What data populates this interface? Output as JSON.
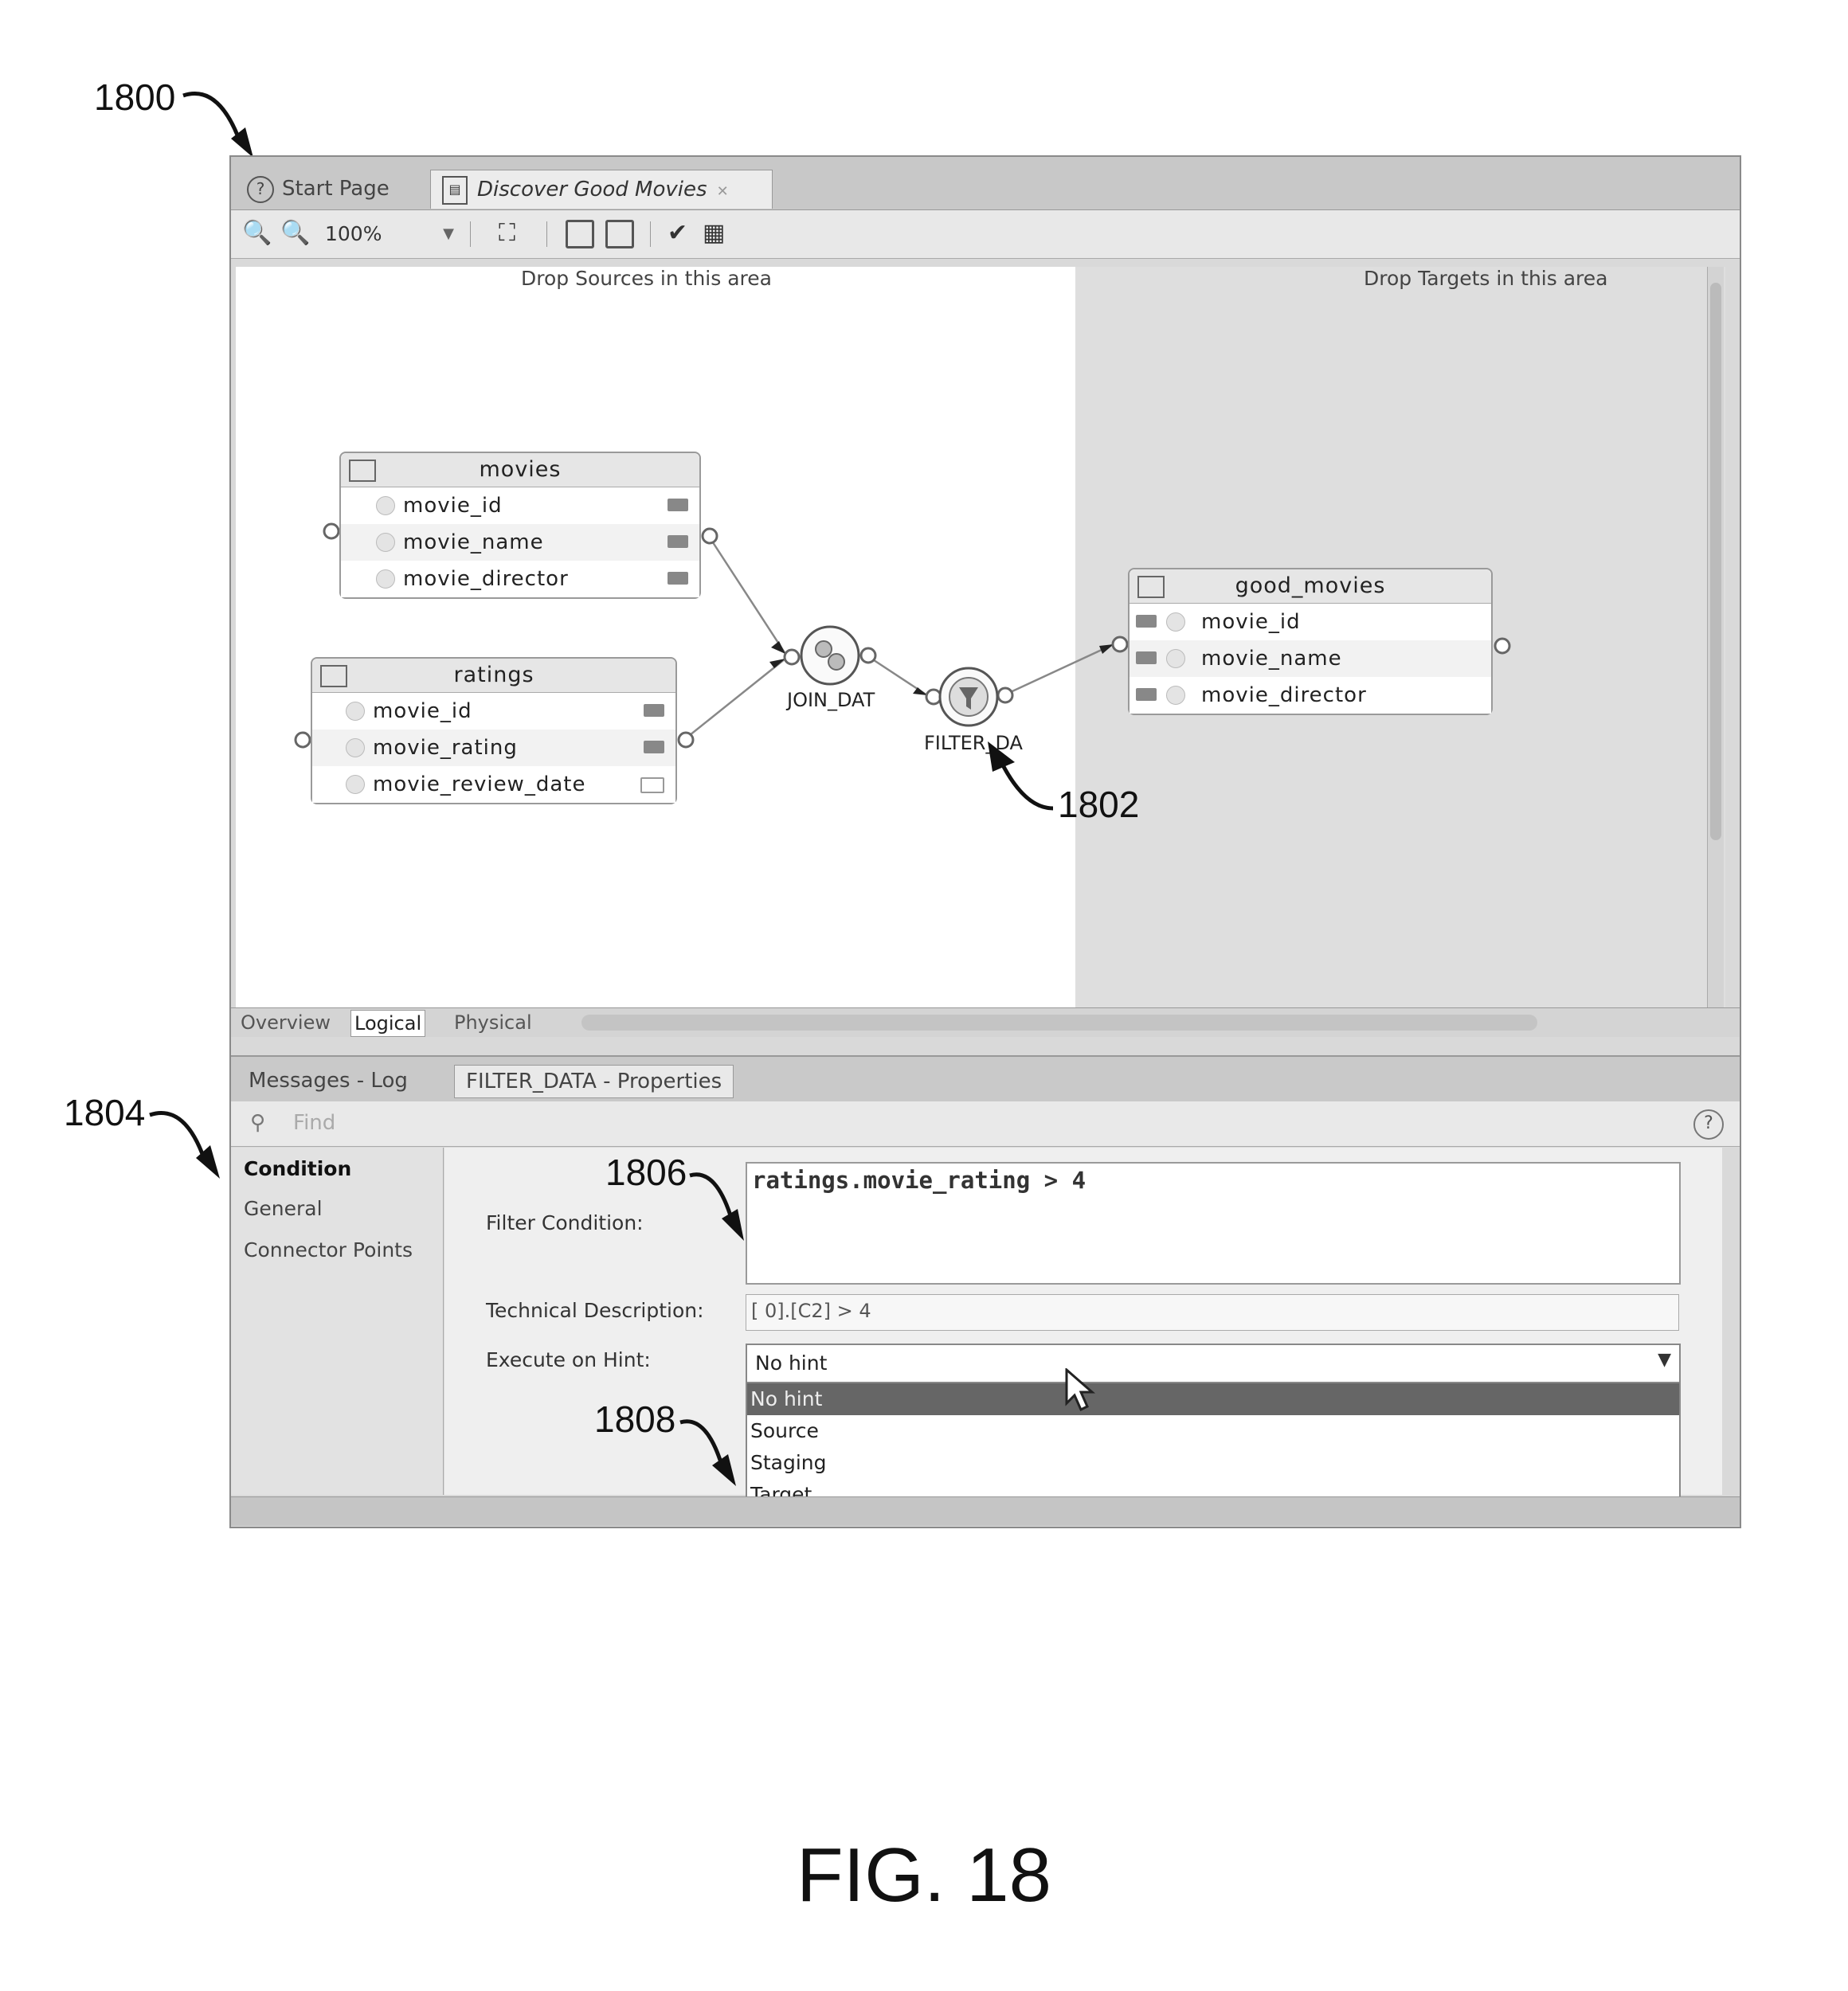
{
  "refs": {
    "fig": "1800",
    "props": "1804",
    "filter": "1802",
    "cond": "1806",
    "hint": "1808"
  },
  "figure_caption": "FIG. 18",
  "tabs": {
    "start": "Start Page",
    "active": "Discover Good Movies"
  },
  "toolbar": {
    "zoom": "100%"
  },
  "canvas": {
    "sources_label": "Drop Sources in this area",
    "targets_label": "Drop Targets in this area"
  },
  "entities": {
    "movies": {
      "title": "movies",
      "cols": [
        "movie_id",
        "movie_name",
        "movie_director"
      ]
    },
    "ratings": {
      "title": "ratings",
      "cols": [
        "movie_id",
        "movie_rating",
        "movie_review_date"
      ]
    },
    "good_movies": {
      "title": "good_movies",
      "cols": [
        "movie_id",
        "movie_name",
        "movie_director"
      ]
    }
  },
  "nodes": {
    "join": "JOIN_DAT",
    "filter": "FILTER_DA"
  },
  "view_tabs": [
    "Overview",
    "Logical",
    "Physical"
  ],
  "panel_tabs": {
    "log": "Messages - Log",
    "props": "FILTER_DATA - Properties"
  },
  "find": {
    "placeholder": "Find"
  },
  "side_nav": [
    "Condition",
    "General",
    "Connector Points"
  ],
  "form": {
    "filter_label": "Filter Condition:",
    "filter_value": "ratings.movie_rating > 4",
    "tech_label": "Technical Description:",
    "tech_value": "[ 0].[C2] > 4",
    "hint_label": "Execute on Hint:",
    "hint_value": "No hint",
    "hint_options": [
      "No hint",
      "Source",
      "Staging",
      "Target"
    ]
  }
}
